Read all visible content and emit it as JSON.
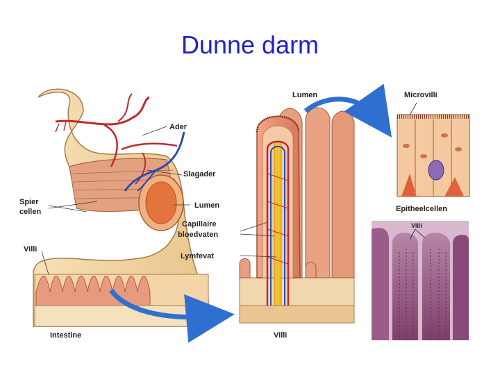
{
  "slide": {
    "title": "Dunne darm"
  },
  "labels": {
    "ader": "Ader",
    "slagader": "Slagader",
    "spier_line1": "Spier",
    "spier_line2": "cellen",
    "lumen_left": "Lumen",
    "capillaire_line1": "Capillaire",
    "capillaire_line2": "bloedvaten",
    "lymfevat": "Lymfevat",
    "villi_left": "Villi",
    "intestine": "Intestine",
    "lumen_top": "Lumen",
    "villi_bottom": "Villi",
    "microvilli": "Microvilli",
    "epitheelcellen": "Epitheelcellen",
    "villi_micro": "Villi"
  },
  "colors": {
    "title": "#1f1fcf",
    "arrow": "#2f6fd0",
    "artery": "#c0282d",
    "vein": "#2a4fb0",
    "lymph": "#f0c030",
    "tissue": "#e08060",
    "muscle": "#d88a6a",
    "intestine_outer": "#f2d6a6"
  }
}
